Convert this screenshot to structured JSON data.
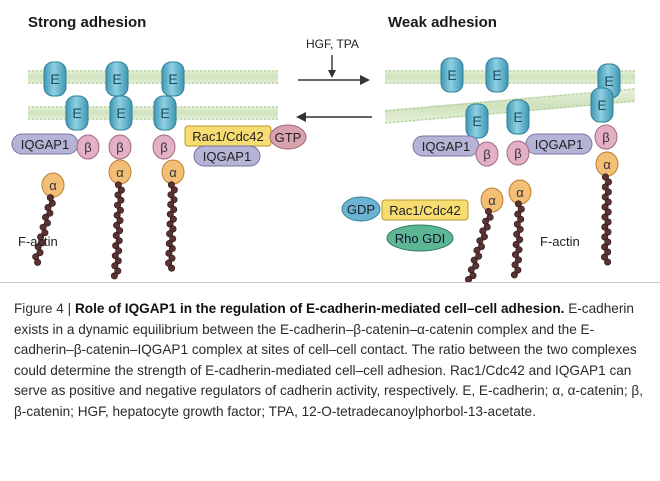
{
  "panels": {
    "left_title": "Strong adhesion",
    "right_title": "Weak adhesion"
  },
  "labels": {
    "e": "E",
    "beta": "β",
    "alpha": "α",
    "iqgap1": "IQGAP1",
    "rac1_cdc42": "Rac1/Cdc42",
    "gtp": "GTP",
    "gdp": "GDP",
    "rho_gdi": "Rho GDI",
    "f_actin": "F-actin",
    "stimulus": "HGF, TPA"
  },
  "caption": {
    "label": "Figure 4 | ",
    "title": "Role of IQGAP1 in the regulation of E-cadherin-mediated cell–cell adhesion.",
    "body": "E-cadherin exists in a dynamic equilibrium between the E-cadherin–β-catenin–α-catenin complex and the E-cadherin–β-catenin–IQGAP1 complex at sites of cell–cell contact. The ratio between the two complexes could determine the strength of E-cadherin-mediated cell–cell adhesion. Rac1/Cdc42 and IQGAP1 can serve as positive and negative regulators of cadherin activity, respectively. E, E-cadherin; α, α-catenin; β, β-catenin; HGF, hepatocyte growth factor; TPA, 12-O-tetradecanoylphorbol-13-acetate."
  },
  "colors": {
    "membrane": "#d8e7c7",
    "membrane_line": "#9fbf86",
    "ecadherin": "#4fa9c4",
    "beta_catenin": "#e4b0c6",
    "alpha_catenin": "#f3bf76",
    "iqgap1": "#b5b3d6",
    "rac1": "#f7dc72",
    "gtp": "#d9a3ae",
    "gdp": "#6bb3d3",
    "rho_gdi": "#5db794",
    "actin": "#5b3234"
  }
}
